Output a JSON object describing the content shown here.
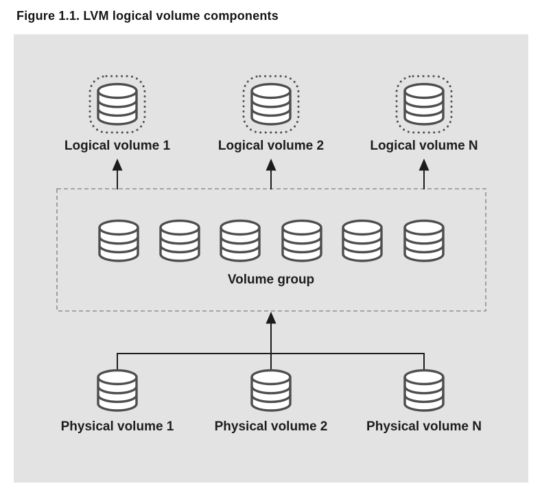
{
  "figure": {
    "title": "Figure 1.1. LVM logical volume components"
  },
  "diagram": {
    "logical_volumes": [
      {
        "label": "Logical volume 1",
        "icon": "database-cylinder-icon-dotted"
      },
      {
        "label": "Logical volume 2",
        "icon": "database-cylinder-icon-dotted"
      },
      {
        "label": "Logical volume N",
        "icon": "database-cylinder-icon-dotted"
      }
    ],
    "volume_group": {
      "label": "Volume group",
      "cylinder_count": 6,
      "border_style": "dashed"
    },
    "physical_volumes": [
      {
        "label": "Physical volume 1",
        "icon": "database-cylinder-icon"
      },
      {
        "label": "Physical volume 2",
        "icon": "database-cylinder-icon"
      },
      {
        "label": "Physical volume N",
        "icon": "database-cylinder-icon"
      }
    ]
  },
  "colors": {
    "page_bg": "#ffffff",
    "panel_bg": "#e3e3e3",
    "icon_stroke": "#4e4e4e",
    "line_color": "#1c1c1c",
    "dashed_border": "#8f8f8f",
    "title_text": "#151515",
    "label_text": "#1d1d1d"
  }
}
